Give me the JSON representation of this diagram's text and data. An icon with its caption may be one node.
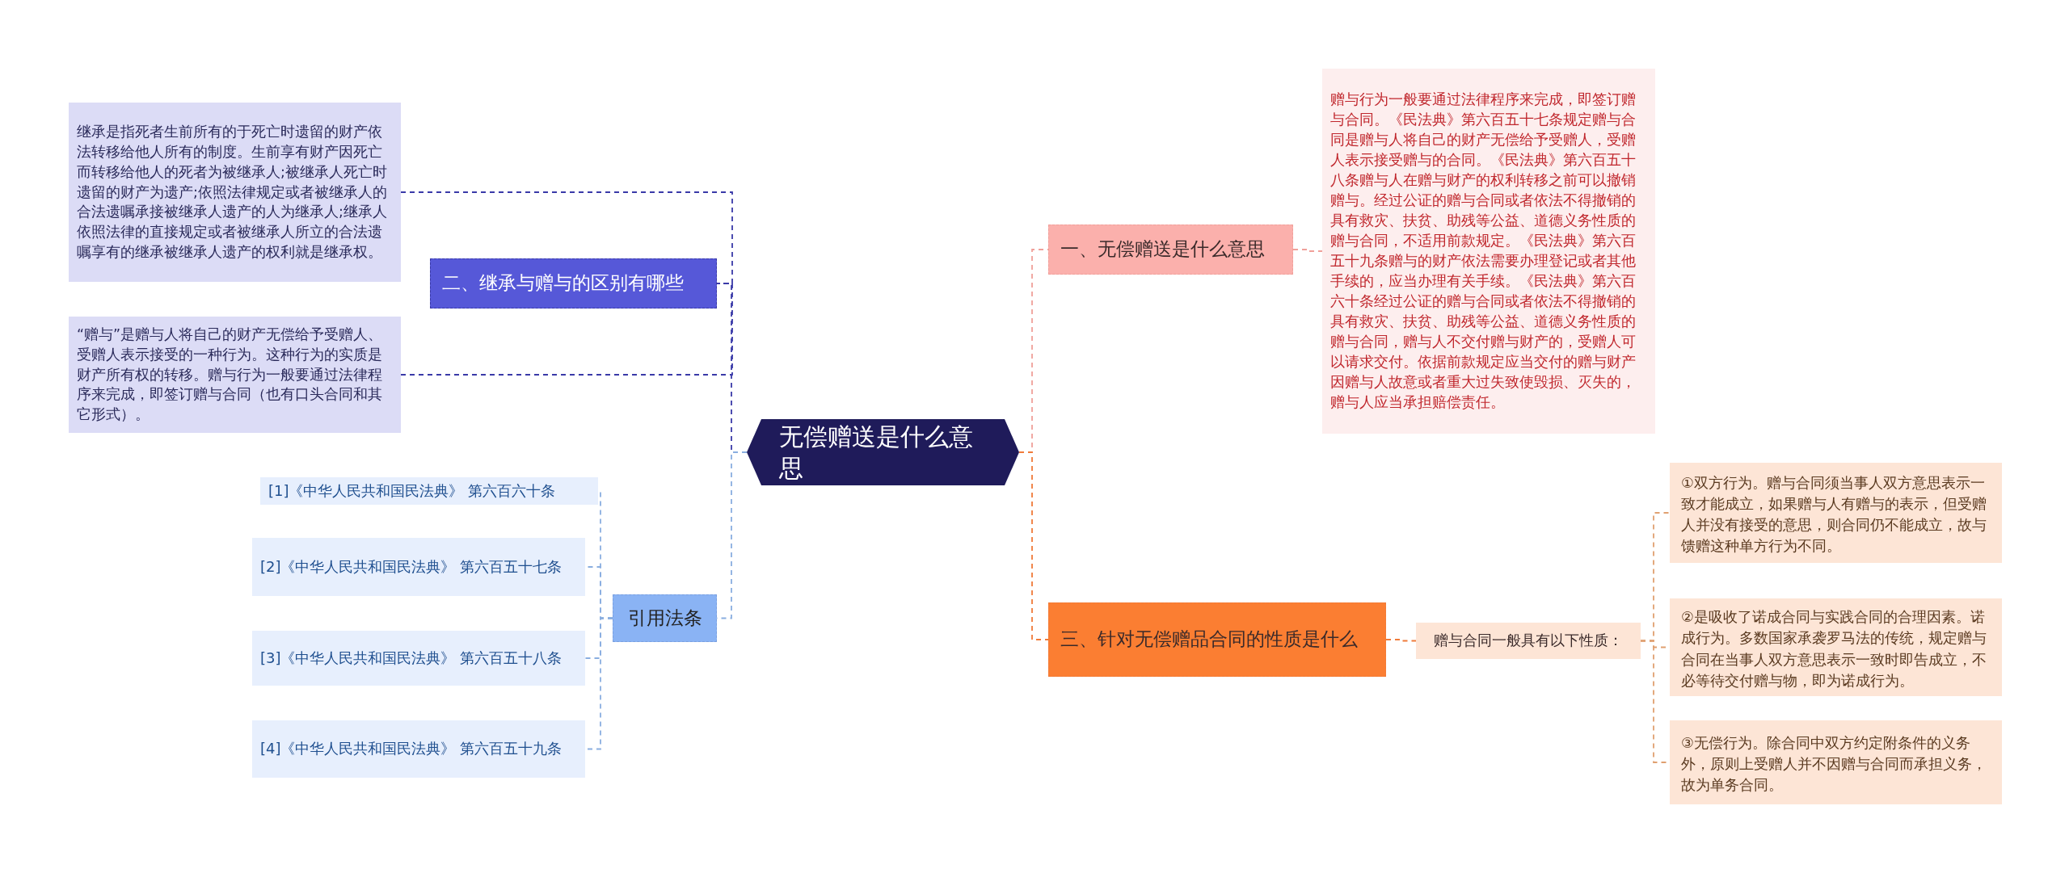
{
  "diagram": {
    "nodes": [
      {
        "text": [
          "无偿赠送是什么意思"
        ]
      },
      {
        "text": [
          "一、无偿赠送是什么意思"
        ]
      },
      {
        "text": [
          "赠与行为一般要通过法律程序来完成，即签订赠与合同。《民法典》第六百五十七条规定赠与合同是赠与人将自己的财产无偿给予受赠人，受赠人表示接受赠与的合同。《民法典》第六百五十八条赠与人在赠与财产的权利转移之前可以撤销赠与。经过公证的赠与合同或者依法不得撤销的具有救灾、扶贫、助残等公益、道德义务性质的赠与合同，不适用前款规定。《民法典》第六百五十九条赠与的财产依法需要办理登记或者其他手续的，应当办理有关手续。《民法典》第六百六十条经过公证的赠与合同或者依法不得撤销的具有救灾、扶贫、助残等公益、道德义务性质的赠与合同，赠与人不交付赠与财产的，受赠人可以请求交付。依据前款规定应当交付的赠与财产因赠与人故意或者重大过失致使毁损、灭失的，赠与人应当承担赔偿责任。"
        ]
      },
      {
        "text": [
          "三、针对无偿赠品合同的性质是什么"
        ]
      },
      {
        "text": [
          "赠与合同一般具有以下性质："
        ]
      },
      {
        "text": [
          "①双方行为。赠与合同须当事人双方意思表示一致才能成立，如果赠与人有赠与的表示，但受赠人并没有接受的意思，则合同仍不能成立，故与馈赠这种单方行为不同。"
        ]
      },
      {
        "text": [
          "②是吸收了诺成合同与实践合同的合理因素。诺成行为。多数国家承袭罗马法的传统，规定赠与合同在当事人双方意思表示一致时即告成立，不必等待交付赠与物，即为诺成行为。"
        ]
      },
      {
        "text": [
          "③无偿行为。除合同中双方约定附条件的义务外，原则上受赠人并不因赠与合同而承担义务，故为单务合同。"
        ]
      },
      {
        "text": [
          "二、继承与赠与的区别有哪些"
        ]
      },
      {
        "text": [
          "继承是指死者生前所有的于死亡时遗留的财产依法转移给他人所有的制度。生前享有财产因死亡而转移给他人的死者为被继承人;被继承人死亡时遗留的财产为遗产;依照法律规定或者被继承人的合法遗嘱承接被继承人遗产的人为继承人;继承人依照法律的直接规定或者被继承人所立的合法遗嘱享有的继承被继承人遗产的权利就是继承权。"
        ]
      },
      {
        "text": [
          "“赠与”是赠与人将自己的财产无偿给予受赠人、受赠人表示接受的一种行为。这种行为的实质是财产所有权的转移。赠与行为一般要通过法律程序来完成，即签订赠与合同（也有口头合同和其它形式）。"
        ]
      },
      {
        "text": [
          "引用法条"
        ]
      },
      {
        "text": [
          "[1]《中华人民共和国民法典》 第六百六十条"
        ]
      },
      {
        "text": [
          "[2]《中华人民共和国民法典》 第六百五十七条"
        ]
      },
      {
        "text": [
          "[3]《中华人民共和国民法典》 第六百五十八条"
        ]
      },
      {
        "text": [
          "[4]《中华人民共和国民法典》 第六百五十九条"
        ]
      }
    ],
    "edges": [
      {
        "from": 0,
        "to": 1,
        "arrow": "none",
        "style": "dashed",
        "color": "#f0a09a"
      },
      {
        "from": 1,
        "to": 2,
        "arrow": "none",
        "style": "dashed",
        "color": "#f0a09a"
      },
      {
        "from": 0,
        "to": 3,
        "arrow": "none",
        "style": "dashed",
        "color": "#f07b3a"
      },
      {
        "from": 3,
        "to": 4,
        "arrow": "none",
        "style": "dashed",
        "color": "#f07b3a"
      },
      {
        "from": 4,
        "to": 5,
        "arrow": "none",
        "style": "dashed",
        "color": "#e0a070"
      },
      {
        "from": 4,
        "to": 6,
        "arrow": "none",
        "style": "dashed",
        "color": "#e0a070"
      },
      {
        "from": 4,
        "to": 7,
        "arrow": "none",
        "style": "dashed",
        "color": "#e0a070"
      },
      {
        "from": 0,
        "to": 8,
        "arrow": "none",
        "style": "dashed",
        "color": "#3a3aa8"
      },
      {
        "from": 8,
        "to": 9,
        "arrow": "none",
        "style": "dashed",
        "color": "#3a3aa8"
      },
      {
        "from": 8,
        "to": 10,
        "arrow": "none",
        "style": "dashed",
        "color": "#3a3aa8"
      },
      {
        "from": 0,
        "to": 11,
        "arrow": "none",
        "style": "dashed",
        "color": "#8aaee0"
      },
      {
        "from": 11,
        "to": 12,
        "arrow": "none",
        "style": "dashed",
        "color": "#8aaee0"
      },
      {
        "from": 11,
        "to": 13,
        "arrow": "none",
        "style": "dashed",
        "color": "#8aaee0"
      },
      {
        "from": 11,
        "to": 14,
        "arrow": "none",
        "style": "dashed",
        "color": "#8aaee0"
      },
      {
        "from": 11,
        "to": 15,
        "arrow": "none",
        "style": "dashed",
        "color": "#8aaee0"
      }
    ]
  }
}
